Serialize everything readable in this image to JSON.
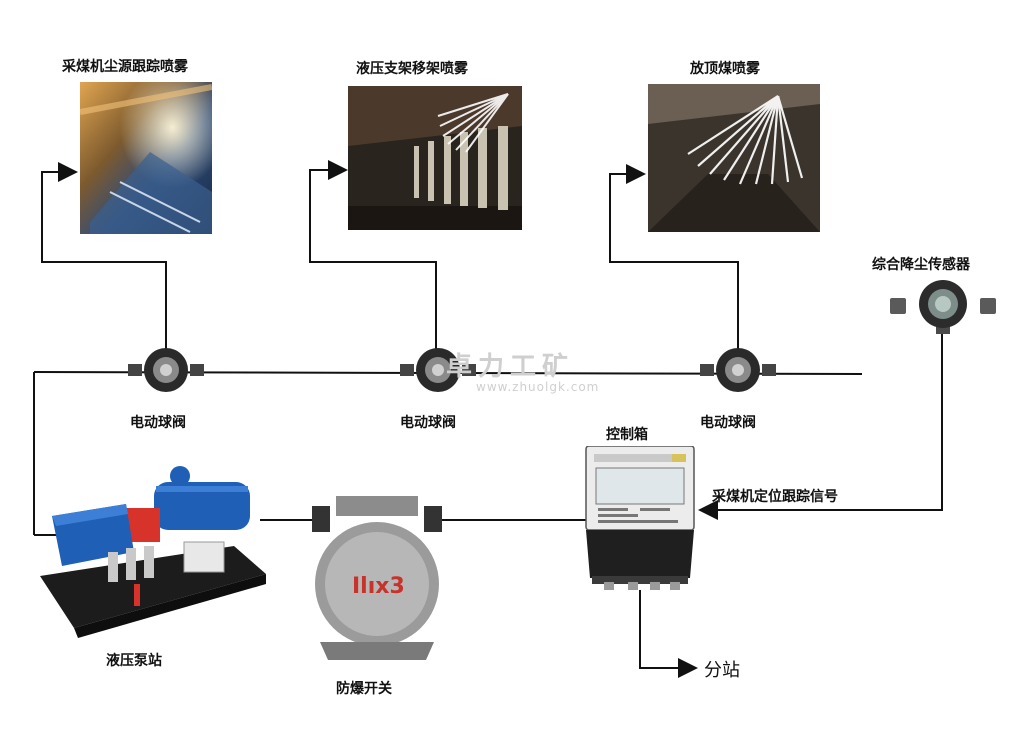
{
  "diagram": {
    "labels": {
      "shearer_spray": "采煤机尘源跟踪喷雾",
      "support_spray": "液压支架移架喷雾",
      "top_coal_spray": "放顶煤喷雾",
      "sensor": "综合降尘传感器",
      "valve_1": "电动球阀",
      "valve_2": "电动球阀",
      "valve_3": "电动球阀",
      "control_box": "控制箱",
      "signal": "采煤机定位跟踪信号",
      "substation": "分站",
      "pump_station": "液压泵站",
      "explosion_switch": "防爆开关"
    },
    "switch_plate": "Ilıx3",
    "watermark_cn": "卓力工矿",
    "watermark_url": "www.zhuolgk.com",
    "colors": {
      "line": "#111111",
      "pump_blue": "#1f5fb5",
      "pump_red": "#d8332a",
      "switch_red": "#c8322a"
    }
  }
}
